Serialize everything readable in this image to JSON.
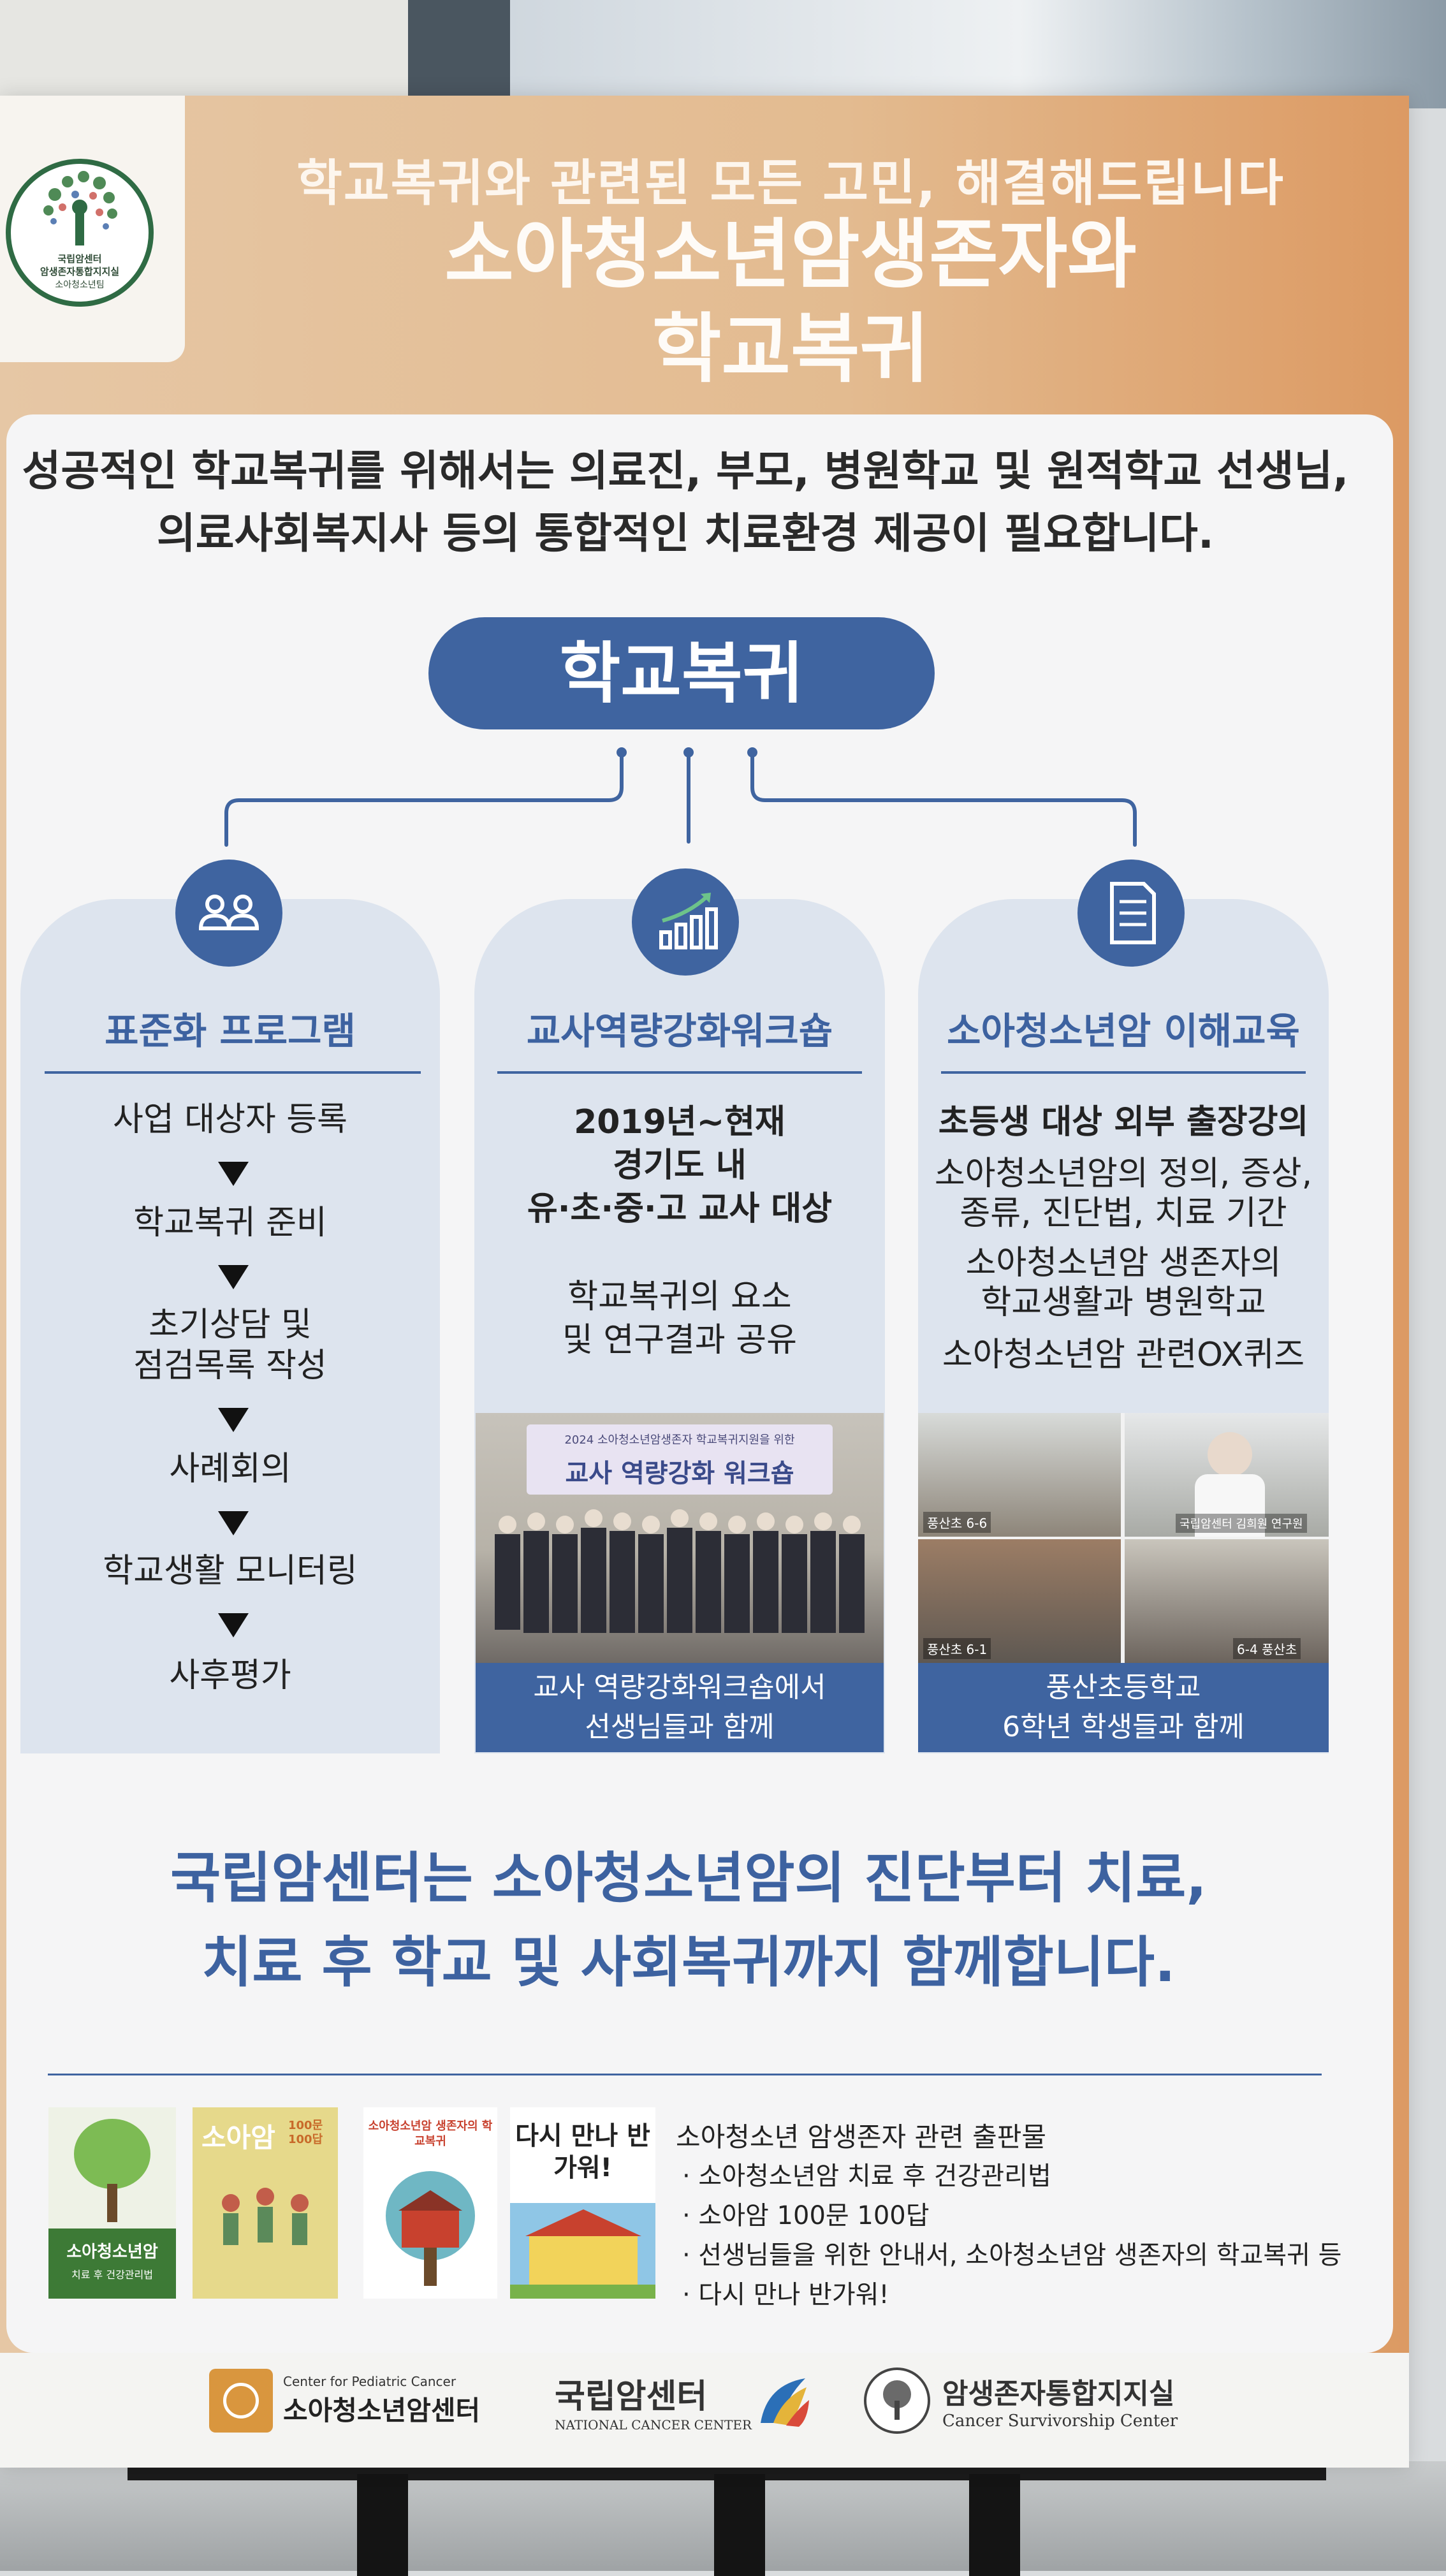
{
  "header": {
    "line1": "학교복귀와 관련된 모든 고민, 해결해드립니다",
    "line2": "소아청소년암생존자와",
    "line3": "학교복귀"
  },
  "logo": {
    "line1": "국립암센터",
    "line2": "암생존자통합지지실",
    "line3": "소아청소년팀"
  },
  "intro": {
    "line1": "성공적인 학교복귀를 위해서는 의료진, 부모, 병원학교 및 원적학교 선생님,",
    "line2": "의료사회복지사 등의 통합적인 치료환경 제공이 필요합니다."
  },
  "hub": {
    "label": "학교복귀"
  },
  "columns": {
    "standard": {
      "title": "표준화 프로그램",
      "icon": "people-icon",
      "steps": [
        "사업 대상자 등록",
        "학교복귀 준비",
        "초기상담 및",
        "점검목록 작성",
        "사례회의",
        "학교생활 모니터링",
        "사후평가"
      ]
    },
    "workshop": {
      "title": "교사역량강화워크숍",
      "icon": "growth-chart-icon",
      "lines": [
        "2019년~현재",
        "경기도 내",
        "유·초·중·고 교사 대상",
        "학교복귀의 요소",
        "및 연구결과 공유"
      ],
      "photo_banner_small": "2024 소아청소년암생존자 학교복귀지원을 위한",
      "photo_banner": "교사 역량강화 워크숍",
      "caption1": "교사 역량강화워크숍에서",
      "caption2": "선생님들과 함께"
    },
    "education": {
      "title": "소아청소년암 이해교육",
      "icon": "document-icon",
      "lead": "초등생 대상 외부 출장강의",
      "lines": [
        "소아청소년암의 정의, 증상,",
        "종류, 진단법, 치료 기간",
        "소아청소년암 생존자의",
        "학교생활과 병원학교",
        "소아청소년암 관련OX퀴즈"
      ],
      "photo_labels": [
        "풍산초 6-6",
        "국립암센터 김희원 연구원",
        "풍산초 6-1",
        "6-4 풍산초"
      ],
      "caption1": "풍산초등학교",
      "caption2": "6학년 학생들과 함께"
    }
  },
  "slogan": {
    "line1": "국립암센터는 소아청소년암의 진단부터 치료,",
    "line2": "치료 후 학교 및 사회복귀까지 함께합니다."
  },
  "publications": {
    "title": "소아청소년 암생존자 관련  출판물",
    "items": [
      "· 소아청소년암 치료 후 건강관리법",
      "· 소아암 100문 100답",
      "· 선생님들을 위한 안내서, 소아청소년암 생존자의 학교복귀 등",
      "· 다시 만나 반가워!"
    ],
    "book1": {
      "title": "소아청소년암",
      "sub": "치료 후 건강관리법"
    },
    "book2": {
      "title": "소아암",
      "badge": "100문 100답"
    },
    "book3": {
      "title": "소아청소년암 생존자의 학교복귀"
    },
    "book4": {
      "title": "다시 만나 반가워!"
    }
  },
  "footer": {
    "logo1_small": "Center for Pediatric Cancer",
    "logo1": "소아청소년암센터",
    "logo2": "국립암센터",
    "logo2_en": "NATIONAL CANCER CENTER",
    "logo3": "암생존자통합지지실",
    "logo3_en": "Cancer Survivorship Center"
  },
  "colors": {
    "accent": "#3f64a0",
    "poster_orange": "#e3bb90",
    "panel": "#f5f5f6",
    "column_bg": "#dde4ee"
  }
}
